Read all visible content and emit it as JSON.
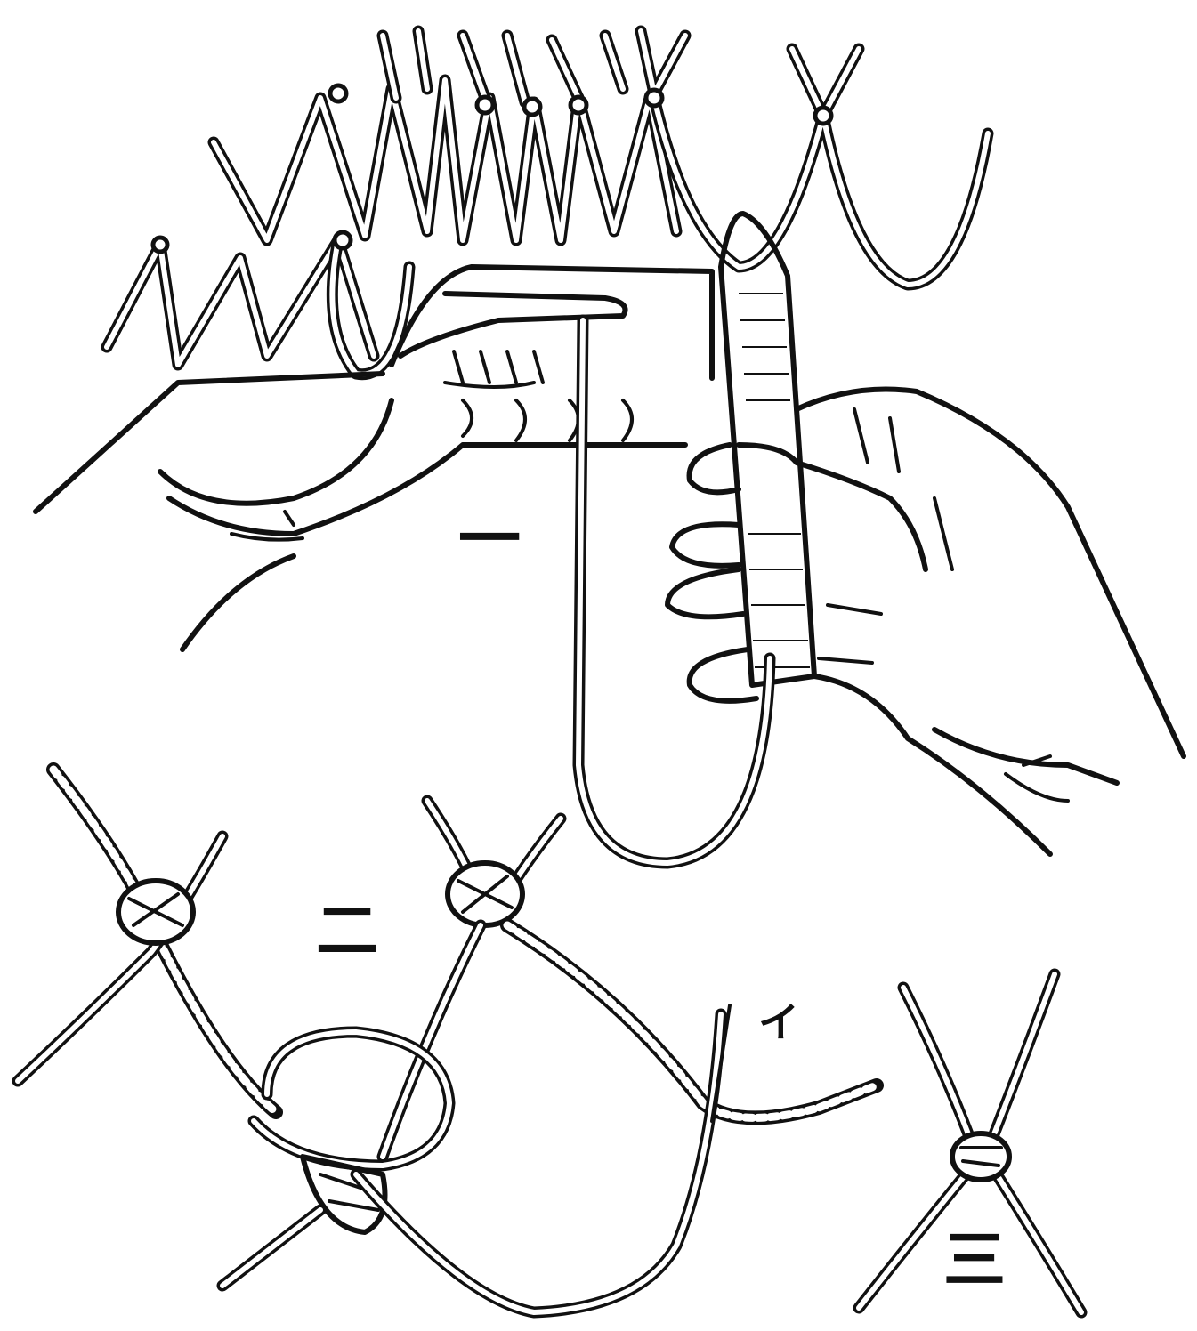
{
  "figure": {
    "panel_labels": [
      "一",
      "二",
      "三",
      "イ"
    ]
  }
}
